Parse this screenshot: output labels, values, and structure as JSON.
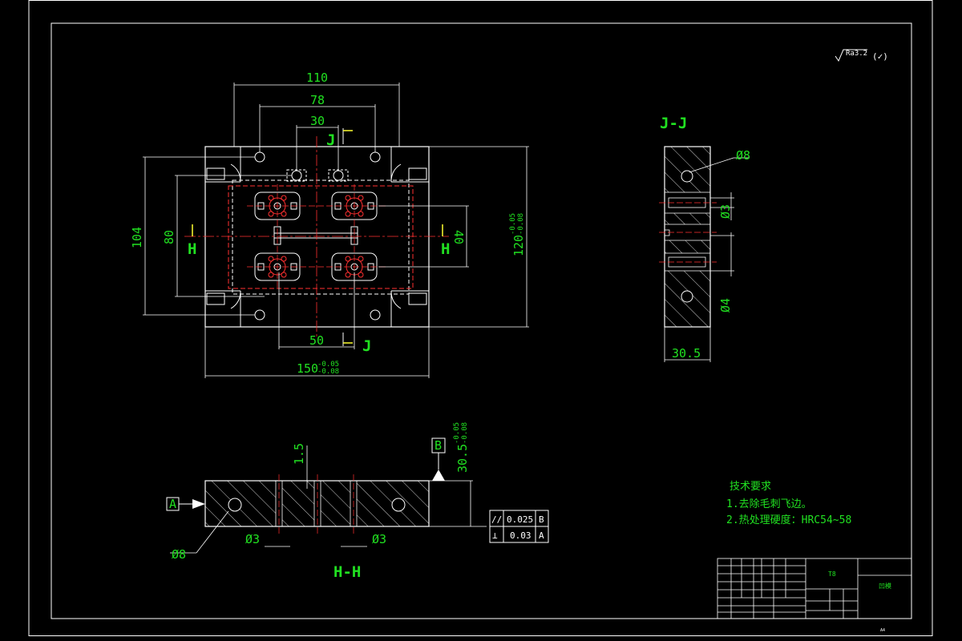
{
  "colors": {
    "background": "#000000",
    "outline": "#ffffff",
    "dimension": "#21e021",
    "centerline": "#ff2020",
    "hatch": "#ffffff"
  },
  "roughness": {
    "value": "Ra3.2",
    "note": "(✓)"
  },
  "plan_view": {
    "dims": {
      "d110": "110",
      "d78": "78",
      "d30": "30",
      "d104": "104",
      "d80": "80",
      "d40": "40",
      "d50": "50",
      "d120": "120",
      "d120_upper": "-0.05",
      "d120_lower": "-0.08",
      "d150": "150",
      "d150_upper": "-0.05",
      "d150_lower": "-0.08"
    },
    "labels": {
      "section_j_top": "J",
      "section_j_bottom": "J",
      "section_h_left": "H",
      "section_h_right": "H"
    }
  },
  "section_jj": {
    "title": "J-J",
    "dims": {
      "dia8": "Ø8",
      "dia3": "Ø3",
      "dia4": "Ø4",
      "width": "30.5"
    }
  },
  "section_hh": {
    "title": "H-H",
    "dims": {
      "d1_5": "1.5",
      "thickness": "30.5",
      "thickness_upper": "-0.05",
      "thickness_lower": "-0.08",
      "dia3_left": "Ø3",
      "dia3_right": "Ø3",
      "dia8": "Ø8"
    },
    "datum_a": "A",
    "datum_b": "B",
    "tolerance_frame": [
      {
        "symbol": "//",
        "value": "0.025",
        "datum": "B"
      },
      {
        "symbol": "⊥",
        "value": "0.03",
        "datum": "A"
      }
    ]
  },
  "tech_requirements": {
    "title": "技术要求",
    "items": [
      "1.去除毛刺飞边。",
      "2.热处理硬度：HRC54~58"
    ]
  },
  "title_block": {
    "material": "T8",
    "part_name": "凹模"
  },
  "sheet_mark": "A4"
}
